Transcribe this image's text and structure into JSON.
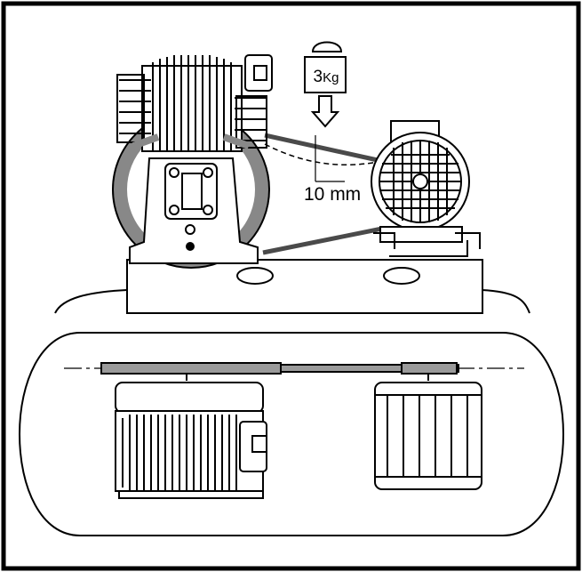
{
  "weight": {
    "value": "3",
    "unit": "Kg"
  },
  "deflection": {
    "label": "10 mm"
  },
  "colors": {
    "ink": "#000000",
    "belt": "#4a4a4a",
    "pulley": "#9a9a9a",
    "paper": "#ffffff"
  }
}
